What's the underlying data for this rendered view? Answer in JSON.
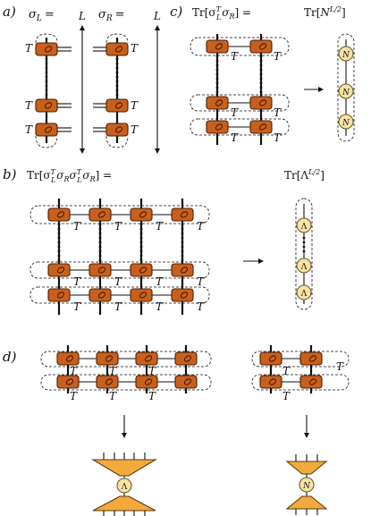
{
  "panels": {
    "a": {
      "label": "a)",
      "sigma_L": "σ",
      "sigma_L_sub": "L",
      "sigma_R": "σ",
      "sigma_R_sub": "R",
      "equals": "=",
      "tensor": "T",
      "length": "L"
    },
    "c": {
      "label": "c)",
      "lhs": "Tr[σ",
      "lhs_rest": "σ",
      "lhs_end": "] =",
      "sup_T": "T",
      "sub_L": "L",
      "sub_R": "R",
      "rhs": "Tr[",
      "rhs_sym": "N",
      "rhs_sup": "L/2",
      "rhs_end": "]",
      "bubble": "N",
      "tensor": "T"
    },
    "b": {
      "label": "b)",
      "lhs": "Tr[σ",
      "lhs_sym2": "σ",
      "lhs_sym3": "σ",
      "lhs_sym4": "σ",
      "lhs_end": "] =",
      "sup_T": "T",
      "sub_L": "L",
      "sub_R": "R",
      "rhs": "Tr[Λ",
      "rhs_sup": "L/2",
      "rhs_end": "]",
      "bubble": "Λ",
      "tensor": "T"
    },
    "d": {
      "label": "d)",
      "tensor": "T",
      "bubble_left": "Λ",
      "bubble_right": "N"
    }
  },
  "colors": {
    "tensor_box": "#c8601c",
    "bubble": "#f6e3a4",
    "trapezoid": "#f3aa3c"
  }
}
